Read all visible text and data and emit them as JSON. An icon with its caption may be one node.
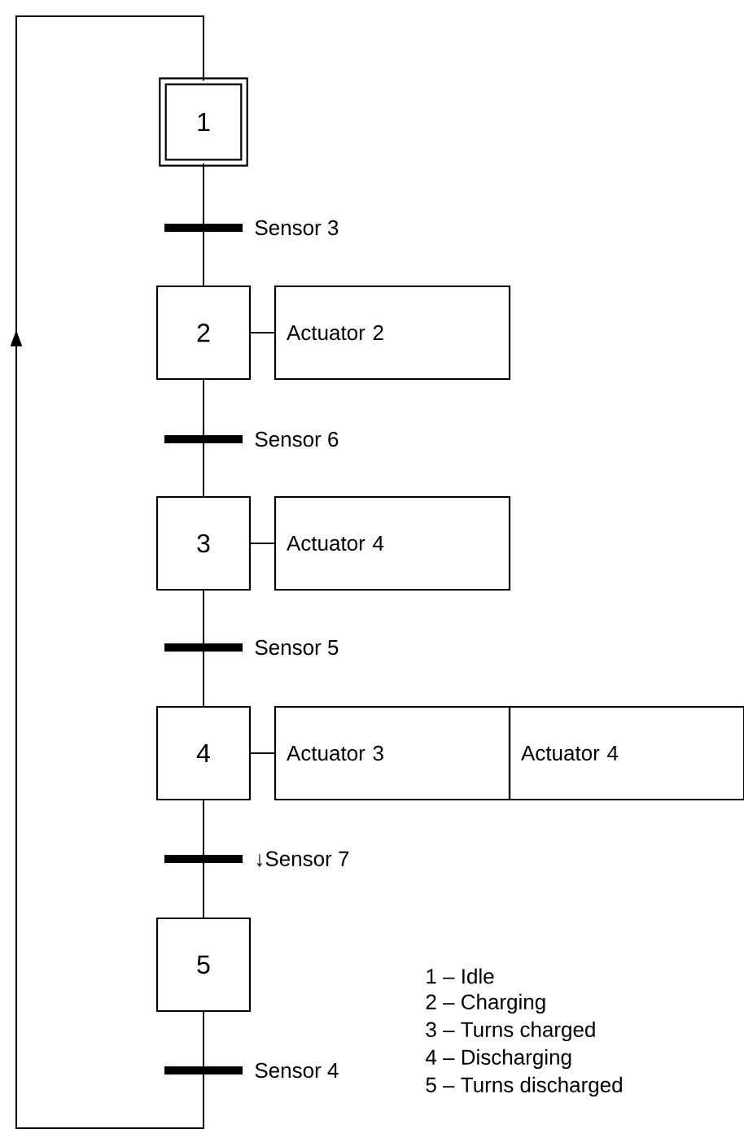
{
  "diagram": {
    "nodes": [
      {
        "text": [
          "1"
        ]
      },
      {
        "text": [
          "2"
        ]
      },
      {
        "text": [
          "3"
        ]
      },
      {
        "text": [
          "4"
        ]
      },
      {
        "text": [
          "5"
        ]
      },
      {
        "text": [
          "Actuator 2"
        ]
      },
      {
        "text": [
          "Actuator 4"
        ]
      },
      {
        "text": [
          "Actuator 3"
        ]
      },
      {
        "text": [
          "Actuator 4"
        ]
      }
    ],
    "edges": [
      {
        "from": 0,
        "to": 1,
        "arrow": "none",
        "label": "Sensor 3"
      },
      {
        "from": 1,
        "to": 2,
        "arrow": "none",
        "label": "Sensor 6"
      },
      {
        "from": 2,
        "to": 3,
        "arrow": "none",
        "label": "Sensor 5"
      },
      {
        "from": 3,
        "to": 4,
        "arrow": "none",
        "label": "↓Sensor 7"
      },
      {
        "from": 4,
        "to": 0,
        "arrow": "to",
        "label": "Sensor 4"
      },
      {
        "from": 1,
        "to": 5,
        "arrow": "none"
      },
      {
        "from": 2,
        "to": 6,
        "arrow": "none"
      },
      {
        "from": 3,
        "to": 7,
        "arrow": "none"
      }
    ],
    "labels": [
      "1 – Idle",
      "2 – Charging",
      "3 – Turns charged",
      "4 – Discharging",
      "5 – Turns discharged"
    ]
  }
}
